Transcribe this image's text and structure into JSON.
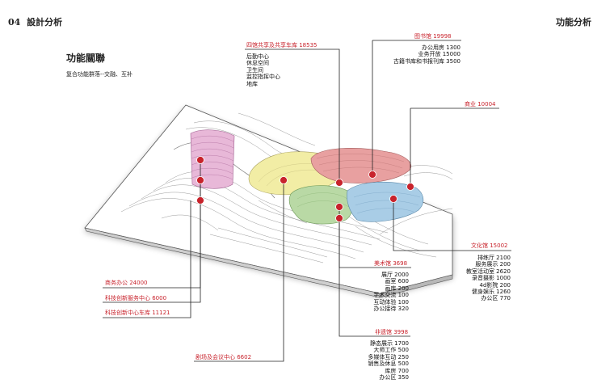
{
  "header": {
    "left_number": "04",
    "left_title": "設計分析",
    "right_title": "功能分析"
  },
  "diagram": {
    "title": "功能關聯",
    "subtitle": "复合功能群落--交融、互补"
  },
  "labels": {
    "shared_garage": {
      "title": "四馆共享及共享车库 18535",
      "items": [
        "后勤中心",
        "休息空间",
        "卫生间",
        "监控指挥中心",
        "地库"
      ]
    },
    "library": {
      "title": "图书馆 19998",
      "items": [
        "办公用房 1300",
        "业务开放 15000",
        "古籍书库和书报刊库 3500"
      ]
    },
    "commerce": {
      "title": "商业 10004"
    },
    "culture": {
      "title": "文化馆 15002",
      "items": [
        "排练厅 2100",
        "服务展示 200",
        "教室活动室 2620",
        "录音摄影 1000",
        "4d影院 200",
        "健身娱乐 1260",
        "办公区 770"
      ]
    },
    "art": {
      "title": "美术馆 3698",
      "items": [
        "展厅 2000",
        "画室 600",
        "画库 200",
        "学术交流 100",
        "互动体验 100",
        "办公接待 320"
      ]
    },
    "intangible": {
      "title": "非遗馆 3998",
      "items": [
        "静态展示 1700",
        "大师工作 500",
        "多媒体互动 250",
        "销售及休息 500",
        "库房 700",
        "办公区 350"
      ]
    },
    "business_office": {
      "title": "商务办公 24000"
    },
    "innovation_service": {
      "title": "科技创新服务中心 6000"
    },
    "innovation_garage": {
      "title": "科技创新中心车库 11121"
    },
    "theatre": {
      "title": "剧场及会议中心 6602"
    }
  },
  "colors": {
    "accent_red": "#c8232c",
    "tower_pink": "#e8b8d8",
    "garage_yellow": "#f2eda5",
    "library_salmon": "#e8a0a0",
    "art_green": "#b9d9a5",
    "culture_blue": "#a9cde6"
  }
}
